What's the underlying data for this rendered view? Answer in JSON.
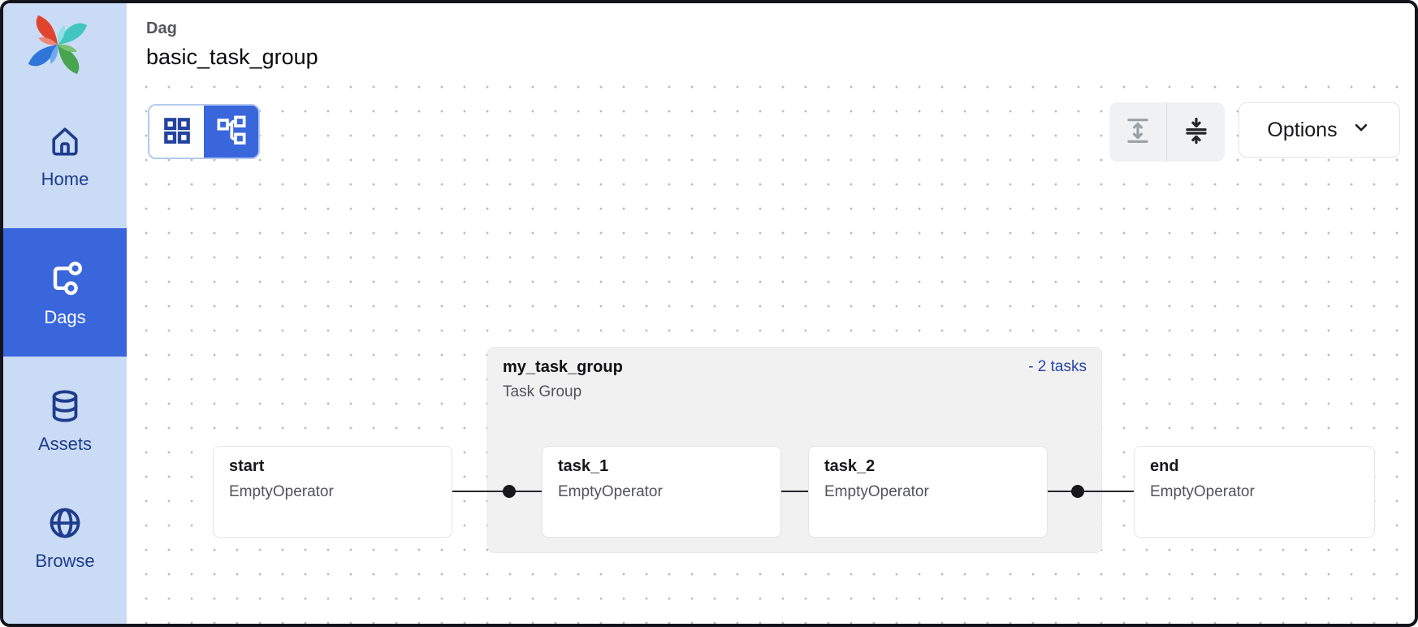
{
  "header": {
    "eyebrow": "Dag",
    "title": "basic_task_group"
  },
  "sidebar": {
    "items": [
      {
        "label": "Home",
        "icon": "home-icon",
        "selected": false
      },
      {
        "label": "Dags",
        "icon": "dags-icon",
        "selected": true
      },
      {
        "label": "Assets",
        "icon": "database-icon",
        "selected": false
      },
      {
        "label": "Browse",
        "icon": "globe-icon",
        "selected": false
      }
    ]
  },
  "toolbar": {
    "view_toggle": [
      {
        "icon": "grid-view-icon",
        "selected": false
      },
      {
        "icon": "graph-view-icon",
        "selected": true
      }
    ],
    "expand_icon": "expand-vertical-icon",
    "collapse_icon": "collapse-vertical-icon",
    "options_label": "Options"
  },
  "graph": {
    "group": {
      "name": "my_task_group",
      "subtitle": "Task Group",
      "badge": "- 2 tasks"
    },
    "nodes": [
      {
        "title": "start",
        "subtitle": "EmptyOperator"
      },
      {
        "title": "task_1",
        "subtitle": "EmptyOperator"
      },
      {
        "title": "task_2",
        "subtitle": "EmptyOperator"
      },
      {
        "title": "end",
        "subtitle": "EmptyOperator"
      }
    ]
  },
  "icons": {
    "airflow-logo": "pinwheel",
    "home-icon": "house outline",
    "dags-icon": "branch with two circles",
    "database-icon": "db cylinder",
    "globe-icon": "globe",
    "grid-view-icon": "2x2 squares",
    "graph-view-icon": "connected squares tree",
    "expand-vertical-icon": "double arrow between lines",
    "collapse-vertical-icon": "arrows toward middle lines",
    "chevron-down-icon": "v chevron"
  },
  "colors": {
    "sidebar_bg": "#c9dbf5",
    "selected_bg": "#3a66dc",
    "nav_text": "#1e3c8c",
    "link_blue": "#2743a6",
    "group_bg": "#f1f1f2",
    "node_border": "#e4e4e7",
    "edge": "#27272a",
    "canvas_dot": "#b9bec6"
  }
}
